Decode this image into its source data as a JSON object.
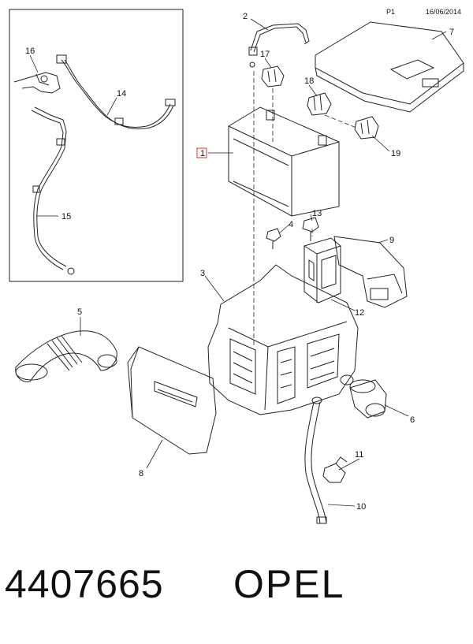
{
  "header": {
    "page": "P1",
    "date": "16/06/2014"
  },
  "callouts": {
    "c1": "1",
    "c2": "2",
    "c3": "3",
    "c4": "4",
    "c5": "5",
    "c6": "6",
    "c7": "7",
    "c8": "8",
    "c9": "9",
    "c10": "10",
    "c11": "11",
    "c12": "12",
    "c13": "13",
    "c14": "14",
    "c15": "15",
    "c16": "16",
    "c17": "17",
    "c18": "18",
    "c19": "19"
  },
  "footer": {
    "part_number": "4407665",
    "brand": "OPEL"
  },
  "colors": {
    "line": "#222222",
    "highlight_box": "#e03030"
  }
}
